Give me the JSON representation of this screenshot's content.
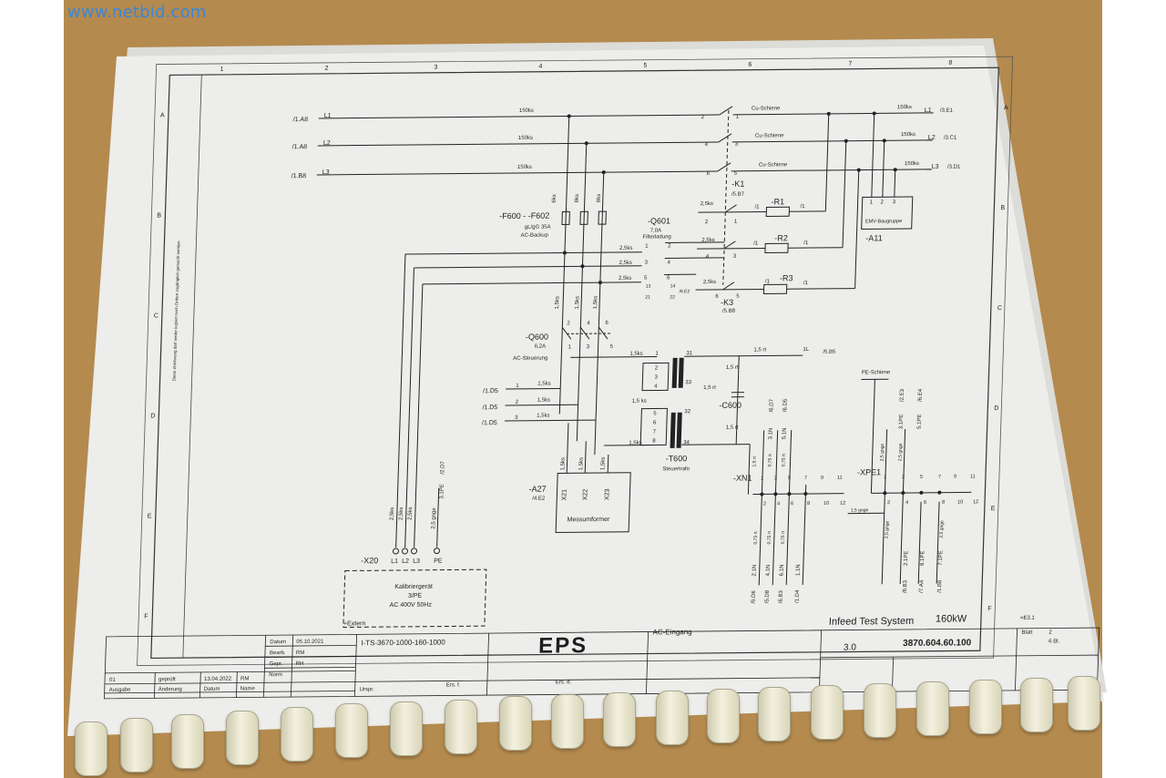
{
  "watermark": "www.netbid.com",
  "colors": {
    "paper": "#eeeeec",
    "ink": "#1e1e1e",
    "table_bg": "#b48a4e",
    "watermark": "#3a86d8",
    "logo": "#2f5aa8"
  },
  "supply": {
    "refs": [
      "/1.A8",
      "/1.A8",
      "/1.B8"
    ],
    "lines": [
      "L1",
      "L2",
      "L3"
    ],
    "cable": "150ks",
    "busbar": "Cu-Schiene",
    "out_lines": [
      "L1",
      "L2",
      "L3"
    ],
    "out_refs": [
      "/3.E1",
      "/3.C1",
      "/3.D1"
    ]
  },
  "fuses": {
    "name": "-F600 - -F602",
    "rating": "gL/gG 35A",
    "note": "AC-Backup",
    "wire": "6ks"
  },
  "k1": {
    "name": "-K1",
    "ref": "/5.B7",
    "pins": [
      "2",
      "1",
      "4",
      "3",
      "6",
      "5"
    ]
  },
  "q601": {
    "name": "-Q601",
    "rating": "7,0A",
    "note": "Filterladung",
    "pins": [
      "1",
      "2",
      "3",
      "4",
      "5",
      "6"
    ],
    "aux": [
      "13",
      "14",
      "21",
      "22"
    ],
    "aux_ref": "/6.E2",
    "wire": "2,5ks"
  },
  "resistors": [
    {
      "name": "-R1",
      "wire_in": "2,5ks",
      "a": "/1",
      "b": "/1",
      "pins": [
        "2",
        "1"
      ]
    },
    {
      "name": "-R2",
      "wire_in": "2,5ks",
      "a": "/1",
      "b": "/1",
      "pins": [
        "4",
        "3"
      ]
    },
    {
      "name": "-R3",
      "wire_in": "2,5ks",
      "a": "/1",
      "b": "/1",
      "pins": [
        "6",
        "5"
      ]
    }
  ],
  "k3": {
    "name": "-K3",
    "ref": "/5.B8"
  },
  "a11": {
    "label": "EMV-Baugruppe",
    "name": "-A11",
    "pins": [
      "1",
      "2",
      "3"
    ]
  },
  "q600": {
    "name": "-Q600",
    "rating": "6,2A",
    "note": "AC-Steuerung",
    "wire": "1,5ks",
    "pins": [
      "1",
      "2",
      "3",
      "4",
      "5",
      "6"
    ]
  },
  "inputs": {
    "refs": [
      "/1.D5",
      "/1.D5",
      "/1.D5"
    ],
    "wire": "1,5ks",
    "nums": [
      "1",
      "2",
      "3"
    ]
  },
  "t600": {
    "name": "-T600",
    "note": "Steuertrafo",
    "left_pins": [
      "1",
      "2",
      "3",
      "4",
      "5",
      "6",
      "7",
      "8"
    ],
    "right_pins": [
      "31",
      "33",
      "32",
      "34"
    ],
    "wire_in": "1,5ks",
    "wire_out": "1,5 rt",
    "out_label": "1L",
    "out_ref": "/5.B5",
    "ks": "1,5\nks"
  },
  "c600": {
    "name": "-C600",
    "wire": "1,5\nrt"
  },
  "a27": {
    "name": "-A27",
    "ref": "/4.E2",
    "label": "Messumformer",
    "pins": [
      "X21",
      "X22",
      "X23"
    ],
    "wire": "1,5ks"
  },
  "x20": {
    "name": "-X20",
    "pins": [
      "L1",
      "L2",
      "L3",
      "PE"
    ],
    "wires": [
      "2,5ks",
      "2,5ks",
      "2,5ks",
      "2,5 gnge"
    ],
    "pe_label": "3.1PE",
    "pe_ref": "/2.D7"
  },
  "kal": {
    "title": "Kalibriergerät",
    "spec1": "3/PE",
    "spec2": "AC 400V 50Hz",
    "ext": "+Extern"
  },
  "xn1": {
    "name": "-XN1",
    "top": [
      "1",
      "3",
      "5",
      "7",
      "9",
      "11"
    ],
    "bot": [
      "2",
      "4",
      "6",
      "8",
      "10",
      "12"
    ],
    "up_wires": [
      "1,5 rt",
      "0,75 rt",
      "0,75 rt"
    ],
    "up_labels": [
      "5.1N",
      "3.1N"
    ],
    "up_refs": [
      "/6.D7",
      "/6.D5"
    ],
    "down_wires": [
      "0,75 rt",
      "0,75 rt",
      "0,75 rt"
    ],
    "down_labels": [
      "2.1N",
      "4.1N",
      "6.1N",
      "1.1N"
    ],
    "down_refs": [
      "/5.D6",
      "/5.D8",
      "/6.B3",
      "/1.D4"
    ],
    "link": "1,5 gnge"
  },
  "xpe1": {
    "name": "-XPE1",
    "busbar": "PE-Schiene",
    "top": [
      "1",
      "3",
      "5",
      "7",
      "9",
      "11"
    ],
    "bot": [
      "2",
      "4",
      "6",
      "8",
      "10",
      "12"
    ],
    "up_labels": [
      "3.1PE",
      "5.1PE"
    ],
    "up_refs": [
      "/2.E3",
      "/6.E4"
    ],
    "down_labels": [
      "2.1PE",
      "6.1PE",
      "7.1PE"
    ],
    "down_refs": [
      "/6.B3",
      "/7.A4",
      "/1.B6"
    ],
    "wire": "2,5 gnge"
  },
  "titleblock": {
    "drawing_no": "I-TS-3670-1000-160-1000",
    "logo": "EPS",
    "sheet_title": "AC-Eingang",
    "project": "Infeed Test System",
    "power": "160kW",
    "version": "3.0",
    "number": "3870.604.60.100",
    "field_ref": "=E3.1",
    "blatt_label": "Blatt",
    "blatt_value": "2",
    "total": "6 Bl.",
    "rows": [
      [
        "Datum",
        "05.10.2021"
      ],
      [
        "Bearb.",
        "RM"
      ],
      [
        "Gepr.",
        "RH"
      ],
      [
        "Norm",
        ""
      ]
    ],
    "rev": {
      "index": "01",
      "text": "geprüft",
      "date": "13.04.2022",
      "name": "RM"
    },
    "headers": [
      "Ausgabe",
      "Änderung",
      "Datum",
      "Name"
    ],
    "ursprung": "Urspr.",
    "ers_durch": "Ers. f.",
    "ers": "Ers. d."
  },
  "grid": {
    "cols": [
      "1",
      "2",
      "3",
      "4",
      "5",
      "6",
      "7",
      "8"
    ],
    "rows": [
      "A",
      "B",
      "C",
      "D",
      "E",
      "F"
    ]
  },
  "rotated_note": "Diese Zeichnung darf weder kopiert noch Dritten zugänglich gemacht werden"
}
